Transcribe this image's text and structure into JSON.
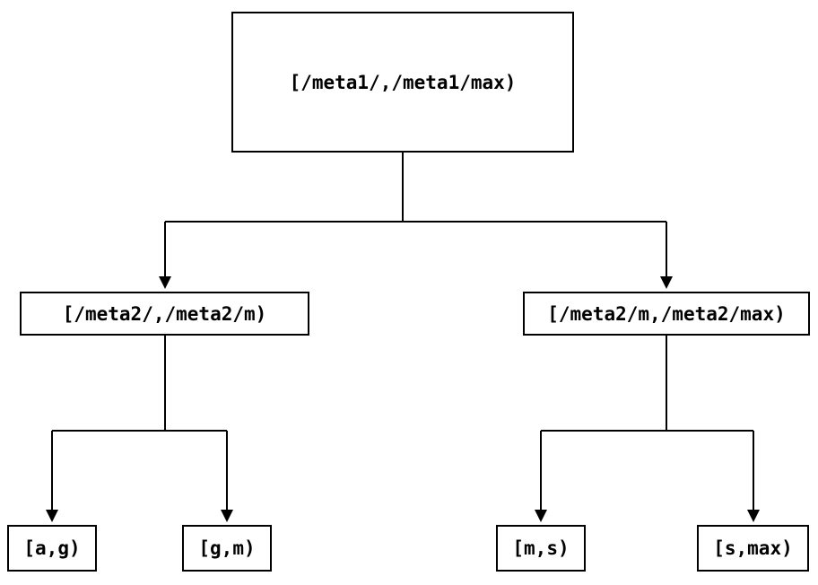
{
  "tree": {
    "label": "[/meta1/,/meta1/max)",
    "children": [
      {
        "label": "[/meta2/,/meta2/m)",
        "children": [
          {
            "label": "[a,g)"
          },
          {
            "label": "[g,m)"
          }
        ]
      },
      {
        "label": "[/meta2/m,/meta2/max)",
        "children": [
          {
            "label": "[m,s)"
          },
          {
            "label": "[s,max)"
          }
        ]
      }
    ]
  },
  "colors": {
    "line": "#000000",
    "box_border": "#000000",
    "text": "#000000",
    "background": "#ffffff"
  }
}
